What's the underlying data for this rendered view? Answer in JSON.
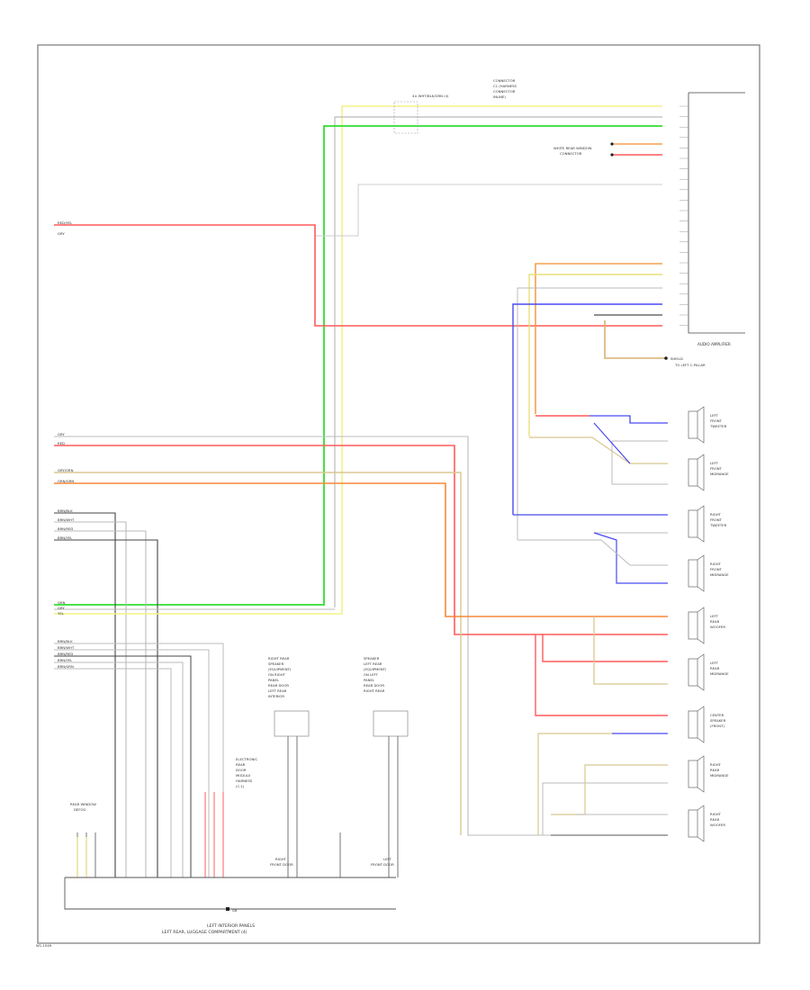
{
  "diagram": {
    "footer_ref": "W1-1049",
    "bottom_ground_label": "G6",
    "bottom_label_line1": "LEFT INTERIOR PANELS",
    "bottom_label_line2": "LEFT REAR, LUGGAGE COMPARTMENT (4)",
    "top_label_lines": [
      "CONNECTOR",
      "C1 (HARNESS",
      "CONNECTOR",
      "INLINE)"
    ],
    "top_wire_note": "4× WHT/BLK/GRN (4)",
    "audio_module_label": "AUDIO AMPLIFIER",
    "right_note": "SHIELD",
    "right_note2": "TO LEFT C-PILLAR",
    "center_box_1": [
      "RIGHT REAR",
      "SPEAKER",
      "(EQUIPMENT)",
      "ON RIGHT",
      "PANEL",
      "REAR DOOR",
      "LEFT REAR",
      "INTERIOR"
    ],
    "center_box_2": [
      "SPEAKER",
      "LEFT REAR",
      "(EQUIPMENT)",
      "ON LEFT",
      "PANEL",
      "REAR DOOR",
      "RIGHT REAR"
    ],
    "box_label_1a": "RIGHT",
    "box_label_1b": "FRONT DOOR",
    "box_label_2a": "LEFT",
    "box_label_2b": "FRONT DOOR",
    "ground_group_1a": "REAR WINDOW",
    "ground_group_1b": "DEFOG",
    "ground_group_2": [
      "ELECTRONIC",
      "REAR",
      "DOOR",
      "MODULE",
      "HARNESS",
      "(C-1)"
    ],
    "speakers": [
      [
        "LEFT",
        "FRONT",
        "TWEETER"
      ],
      [
        "LEFT",
        "FRONT",
        "MIDRANGE"
      ],
      [
        "RIGHT",
        "FRONT",
        "TWEETER"
      ],
      [
        "RIGHT",
        "FRONT",
        "MIDRANGE"
      ],
      [
        "LEFT",
        "REAR",
        "WOOFER"
      ],
      [
        "LEFT",
        "REAR",
        "MIDRANGE"
      ],
      [
        "CENTER",
        "SPEAKER",
        "(FRONT)"
      ],
      [
        "RIGHT",
        "REAR",
        "MIDRANGE"
      ],
      [
        "RIGHT",
        "REAR",
        "WOOFER"
      ]
    ],
    "left_connector_labels": [
      "RED/YEL",
      "GRY"
    ],
    "mid_labels_top": [
      "GRY",
      "RED"
    ],
    "mid_labels_org": [
      "GRY/ORN",
      "ORN/GRN"
    ],
    "left_group_labels": [
      "BRN/BLK",
      "BRN/WHT",
      "BRN/RED",
      "BRN/YEL"
    ],
    "green_group": [
      "GRN",
      "GRY",
      "YEL"
    ],
    "lower_group": [
      "BRN/BLK",
      "BRN/WHT",
      "BRN/RED",
      "BRN/YEL",
      "BRN/GRN"
    ]
  },
  "colors": {
    "red": "#ff5a5a",
    "green": "#33dd33",
    "yellow": "#f2f28a",
    "orange": "#f5a050",
    "blue": "#4a4af2",
    "gray": "#b5b5b5",
    "black": "#222222",
    "tan": "#d8c890",
    "border": "#777777"
  }
}
